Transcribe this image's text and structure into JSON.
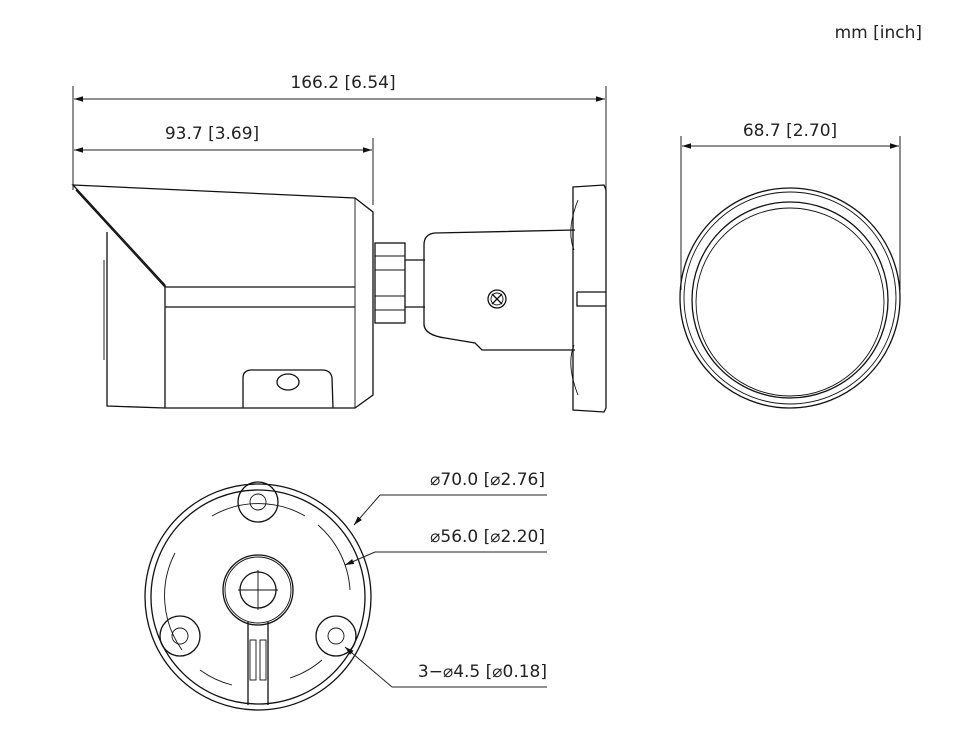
{
  "units_label": "mm [inch]",
  "side_view": {
    "total_length": "166.2 [6.54]",
    "body_length": "93.7 [3.69]"
  },
  "front_view": {
    "width": "68.7 [2.70]"
  },
  "bottom_view": {
    "outer_diameter": "⌀70.0 [⌀2.76]",
    "hole_circle_diameter": "⌀56.0 [⌀2.20]",
    "mount_holes": "3−⌀4.5 [⌀0.18]"
  }
}
